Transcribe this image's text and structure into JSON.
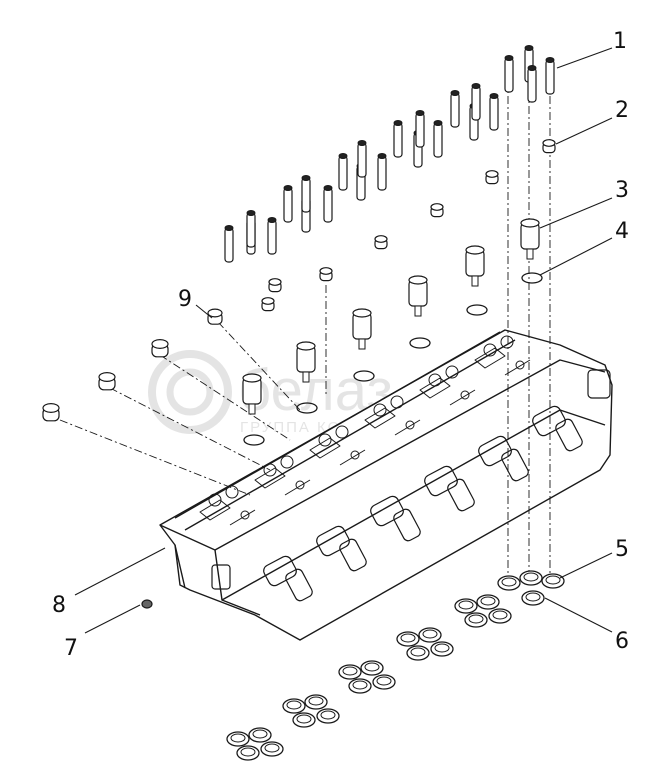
{
  "callouts": [
    {
      "id": "1",
      "label": "1"
    },
    {
      "id": "2",
      "label": "2"
    },
    {
      "id": "3",
      "label": "3"
    },
    {
      "id": "4",
      "label": "4"
    },
    {
      "id": "5",
      "label": "5"
    },
    {
      "id": "6",
      "label": "6"
    },
    {
      "id": "7",
      "label": "7"
    },
    {
      "id": "8",
      "label": "8"
    },
    {
      "id": "9",
      "label": "9"
    }
  ],
  "watermark": {
    "brand": "белаз",
    "tagline": "ГРУППА КОМПАНИЙ"
  },
  "colors": {
    "line": "#1a1a1a",
    "watermark": "#cfcfcf"
  }
}
